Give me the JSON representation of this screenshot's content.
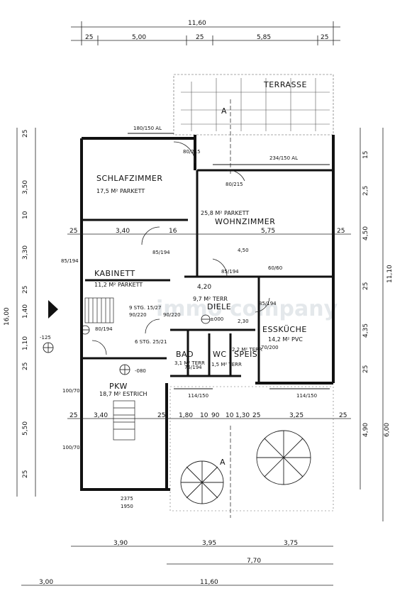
{
  "rooms": {
    "terrasse": "TERRASSE",
    "schlafzimmer": "SCHLAFZIMMER",
    "schlafzimmer_area": "17,5 M² PARKETT",
    "wohnzimmer": "WOHNZIMMER",
    "wohnzimmer_area": "25,8 M² PARKETT",
    "kabinett": "KABINETT",
    "kabinett_area": "11,2 M² PARKETT",
    "diele": "DIELE",
    "diele_area": "9,7 M² TERR",
    "essküche": "ESSKÜCHE",
    "essküche_area": "14,2 M² PVC",
    "bad": "BAD",
    "bad_area": "3,1 M² TERR",
    "wc": "WC",
    "wc_area": "1,5 M² TERR",
    "speis": "SPEIS",
    "speis_area": "2,2 M² TERR",
    "pkw": "PKW",
    "pkw_area": "18,7 M² ESTRICH"
  },
  "top_dims": {
    "total": "11,60",
    "segments": [
      "25",
      "5,00",
      "25",
      "5,85",
      "25"
    ]
  },
  "bottom_dims": {
    "row1": [
      "3,90",
      "3,95",
      "3,75"
    ],
    "row2": [
      "7,70"
    ],
    "row3_left": "3,00",
    "row3_total": "11,60"
  },
  "left_dims": {
    "total": "16,00",
    "segments": [
      "25",
      "3,50",
      "10",
      "3,30",
      "25",
      "1,40",
      "1,10",
      "25",
      "5,50",
      "25"
    ]
  },
  "right_dims": {
    "total": "11,10",
    "seg_a": [
      "15",
      "2,5",
      "4,50",
      "25",
      "4,35",
      "25"
    ],
    "seg_b": [
      "4,90",
      "6,00"
    ]
  },
  "interior_dims": {
    "row_a": [
      "25",
      "3,40",
      "16",
      "5,75",
      "25"
    ],
    "row_a_extra": "4,20",
    "row_b": [
      "25",
      "3,40",
      "25",
      "1,80",
      "10",
      "90",
      "10",
      "1,30",
      "25",
      "3,25",
      "25"
    ],
    "door_labels": [
      "80/215",
      "85/194",
      "80/215",
      "85/194",
      "90/220",
      "90/220",
      "80/194",
      "85/194",
      "75/194",
      "70/200"
    ],
    "window_labels": [
      "180/150 AL",
      "234/150 AL",
      "114/150",
      "114/150",
      "100/70",
      "100/70",
      "85/194",
      "60/60"
    ],
    "level_labels": [
      "±000",
      "-125",
      "-080",
      "2375",
      "1950",
      "4,50",
      "2,30"
    ],
    "stairs": [
      "9 STG. 15/27",
      "6 STG. 25/21"
    ]
  },
  "markers": {
    "section": "A",
    "section_bottom": "A"
  },
  "watermark": "immo company"
}
